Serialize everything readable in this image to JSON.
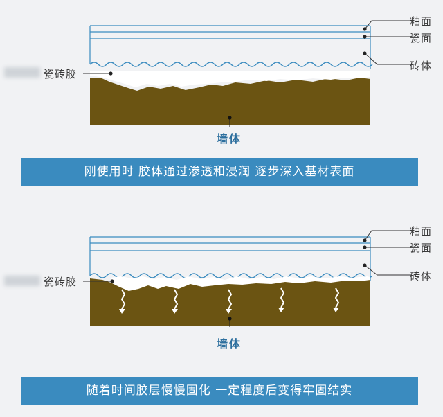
{
  "panels": [
    {
      "labels": {
        "glaze": "釉面",
        "face": "瓷面",
        "body": "砖体",
        "adhesive": "瓷砖胶",
        "wall": "墙体"
      },
      "caption": "刚使用时  胶体通过渗透和浸润  逐步深入基材表面"
    },
    {
      "labels": {
        "glaze": "釉面",
        "face": "瓷面",
        "body": "砖体",
        "adhesive": "瓷砖胶",
        "wall": "墙体"
      },
      "caption": "随着时间胶层慢慢固化 一定程度后变得牢固结实"
    }
  ],
  "colors": {
    "background": "#f1f2f4",
    "wall": "#6b5412",
    "tile_lines": "#3a8bbf",
    "caption_bg": "#3a8bbf",
    "caption_text": "#ffffff",
    "wall_label": "#2d6f9e"
  }
}
